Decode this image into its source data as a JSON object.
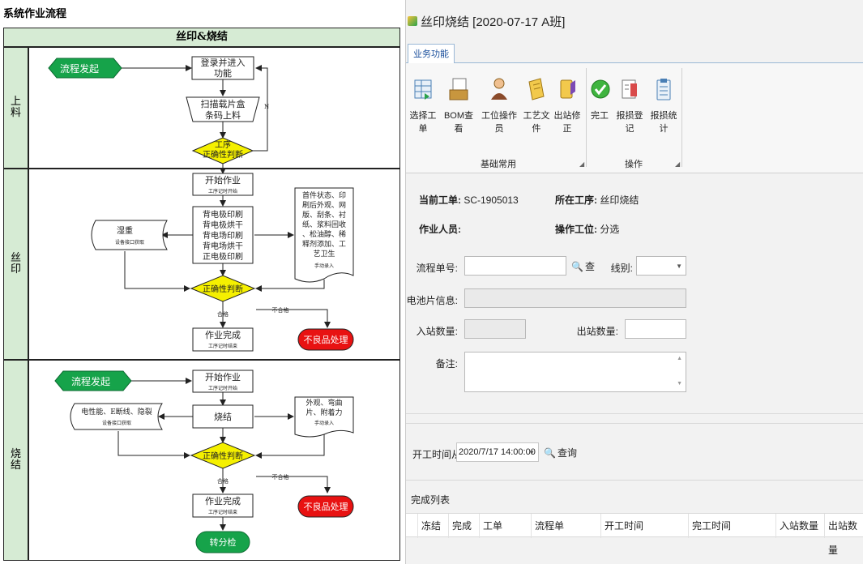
{
  "flowchart": {
    "title": "系统作业流程",
    "subtitle": "丝印&烧结",
    "lanes": [
      "上料",
      "丝印",
      "烧结"
    ],
    "nodes": {
      "start1": "流程发起",
      "login": "登录并进入功能",
      "scan": "扫描载片盒条码上料",
      "check1": "工序正确性判断",
      "n_mark": "N",
      "start_work1": "开始作业",
      "start_work1_note": "工序记时开始",
      "print_steps": "背电极印刷 背电极烘干 背电场印刷 背电场烘干 正电极印刷",
      "humidity": "湿重",
      "humidity_note": "设备接口获取",
      "first_check": "首件状态、印刷后外观、网版、刮条、衬纸、浆料回收、松油醇、稀释剂添加、工艺卫生",
      "first_check_note": "手动录入",
      "check2": "正确性判断",
      "pass1": "合格",
      "fail1": "不合格",
      "done1": "作业完成",
      "done1_note": "工序记时结束",
      "bad1": "不良品处理",
      "start2": "流程发起",
      "start_work2": "开始作业",
      "start_work2_note": "工序记时开始",
      "elec": "电性能、E断线、隐裂",
      "elec_note": "设备接口获取",
      "sinter": "烧结",
      "appearance": "外观、弯曲片、附着力",
      "appearance_note": "手动录入",
      "check3": "正确性判断",
      "pass2": "合格",
      "fail2": "不合格",
      "done2": "作业完成",
      "done2_note": "工序记时结束",
      "bad2": "不良品处理",
      "transfer": "转分检"
    }
  },
  "app": {
    "window_title": "丝印烧结 [2020-07-17 A班]",
    "tab": "业务功能",
    "ribbon_buttons": [
      {
        "label": "选择工单",
        "icon": "work-order-icon"
      },
      {
        "label": "BOM查看",
        "icon": "bom-icon"
      },
      {
        "label": "工位操作员",
        "icon": "operator-icon"
      },
      {
        "label": "工艺文件",
        "icon": "process-file-icon"
      },
      {
        "label": "出站修正",
        "icon": "outbound-fix-icon"
      },
      {
        "label": "完工",
        "icon": "complete-icon"
      },
      {
        "label": "报损登记",
        "icon": "loss-register-icon"
      },
      {
        "label": "报损统计",
        "icon": "loss-stats-icon"
      }
    ],
    "groups": [
      "基础常用",
      "操作"
    ],
    "info": {
      "work_order_label": "当前工单:",
      "work_order_value": "SC-1905013",
      "process_label": "所在工序:",
      "process_value": "丝印烧结",
      "operator_label": "作业人员:",
      "operator_value": "",
      "station_label": "操作工位:",
      "station_value": "分选"
    },
    "form": {
      "flow_no_label": "流程单号:",
      "flow_no_value": "",
      "search_btn": "查",
      "line_label": "线别:",
      "line_value": "",
      "cell_info_label": "电池片信息:",
      "in_qty_label": "入站数量:",
      "out_qty_label": "出站数量:",
      "note_label": "备注:"
    },
    "filter": {
      "start_label": "开工时间从:",
      "start_value": "2020/7/17 14:00:00",
      "query_btn": "查询"
    },
    "list_title": "完成列表",
    "columns": [
      "冻结",
      "完成",
      "工单",
      "流程单",
      "开工时间",
      "完工时间",
      "入站数量",
      "出站数量"
    ]
  }
}
